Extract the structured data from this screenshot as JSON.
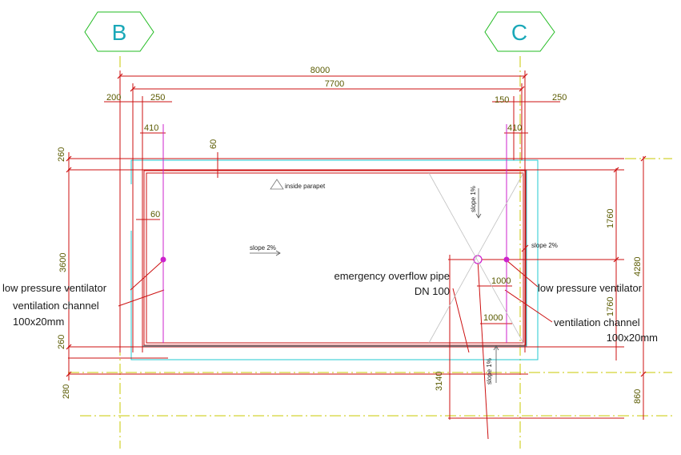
{
  "axes": {
    "b": "B",
    "c": "C"
  },
  "dimensions": {
    "overall_width": "8000",
    "inner_width": "7700",
    "left_offset": "200",
    "left_250": "250",
    "right_150": "150",
    "right_250": "250",
    "left_410": "410",
    "right_410": "410",
    "top_60": "60",
    "left_60": "60",
    "top_260": "260",
    "bottom_260": "260",
    "bottom_280": "280",
    "left_3600": "3600",
    "right_1760_top": "1760",
    "right_1760_bottom": "1760",
    "right_4280": "4280",
    "right_860": "860",
    "bottom_3140": "3140",
    "mid_1000_a": "1000",
    "mid_1000_b": "1000"
  },
  "notes": {
    "inside_parapet": "inside parapet",
    "slope_left": "slope 2%",
    "slope_right": "slope 2%",
    "slope_vert_top": "slope 1%",
    "slope_vert_bottom": "slope 1%"
  },
  "labels": {
    "lpv_left": "low pressure ventilator",
    "vent_left_1": "ventilation channel",
    "vent_left_2": "100x20mm",
    "overflow_1": "emergency overflow pipe",
    "overflow_2": "DN 100",
    "lpv_right": "low pressure ventilator",
    "vent_right_1": "ventilation channel",
    "vent_right_2": "100x20mm"
  },
  "colors": {
    "red": "#cc1111",
    "cyan": "#22c8d0",
    "magenta": "#cc22cc",
    "yellow": "#c8c800",
    "green": "#22bb22",
    "grey": "#c0c0c0"
  }
}
